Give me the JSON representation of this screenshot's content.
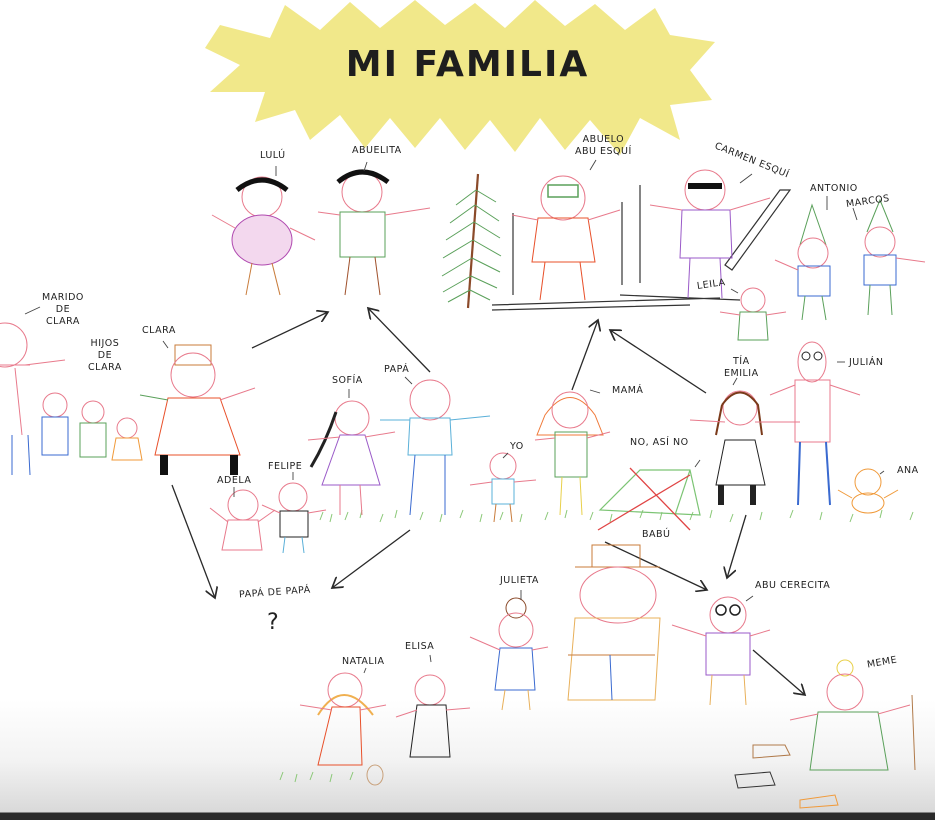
{
  "title": "MI FAMILIA",
  "colors": {
    "burst": "#f1e88a",
    "title_text": "#1e1e1e",
    "arrow": "#2a2a2a",
    "background": "#ffffff",
    "bottom_bar": "#2a2a2a"
  },
  "labels": {
    "lulu": "LULÚ",
    "abuelita": "ABUELITA",
    "abuelo": "ABUELO\nABU ESQUÍ",
    "carmen": "CARMEN ESQUÍ",
    "antonio": "ANTONIO",
    "marcos": "MARCOS",
    "leila": "LEILA",
    "marido_clara": "MARIDO\nDE\nCLARA",
    "hijos_clara": "HIJOS\nDE\nCLARA",
    "clara": "CLARA",
    "sofia": "SOFÍA",
    "papa": "PAPÁ",
    "mama": "MAMÁ",
    "tia_emilia": "TÍA\nEMILIA",
    "julian": "JULIÁN",
    "adela": "ADELA",
    "felipe": "FELIPE",
    "yo": "YO",
    "no_asi_no": "NO, ASÍ NO",
    "ana": "ANA",
    "babu": "BABÚ",
    "papa_de_papa": "PAPÁ DE PAPÁ",
    "question": "?",
    "julieta": "JULIETA",
    "abu_cerecita": "ABU CERECITA",
    "natalia": "NATALIA",
    "elisa": "ELISA",
    "meme": "MEME"
  },
  "relations": [
    {
      "from": "clara",
      "to": "abuelita"
    },
    {
      "from": "papa",
      "to": "abuelita"
    },
    {
      "from": "mama",
      "to": "abuelo"
    },
    {
      "from": "tia_emilia",
      "to": "abuelo"
    },
    {
      "from": "clara",
      "to": "papa_de_papa"
    },
    {
      "from": "papa",
      "to": "papa_de_papa"
    },
    {
      "from": "mama",
      "to": "abu_cerecita"
    },
    {
      "from": "tia_emilia",
      "to": "abu_cerecita"
    },
    {
      "from": "abu_cerecita",
      "to": "meme"
    }
  ]
}
